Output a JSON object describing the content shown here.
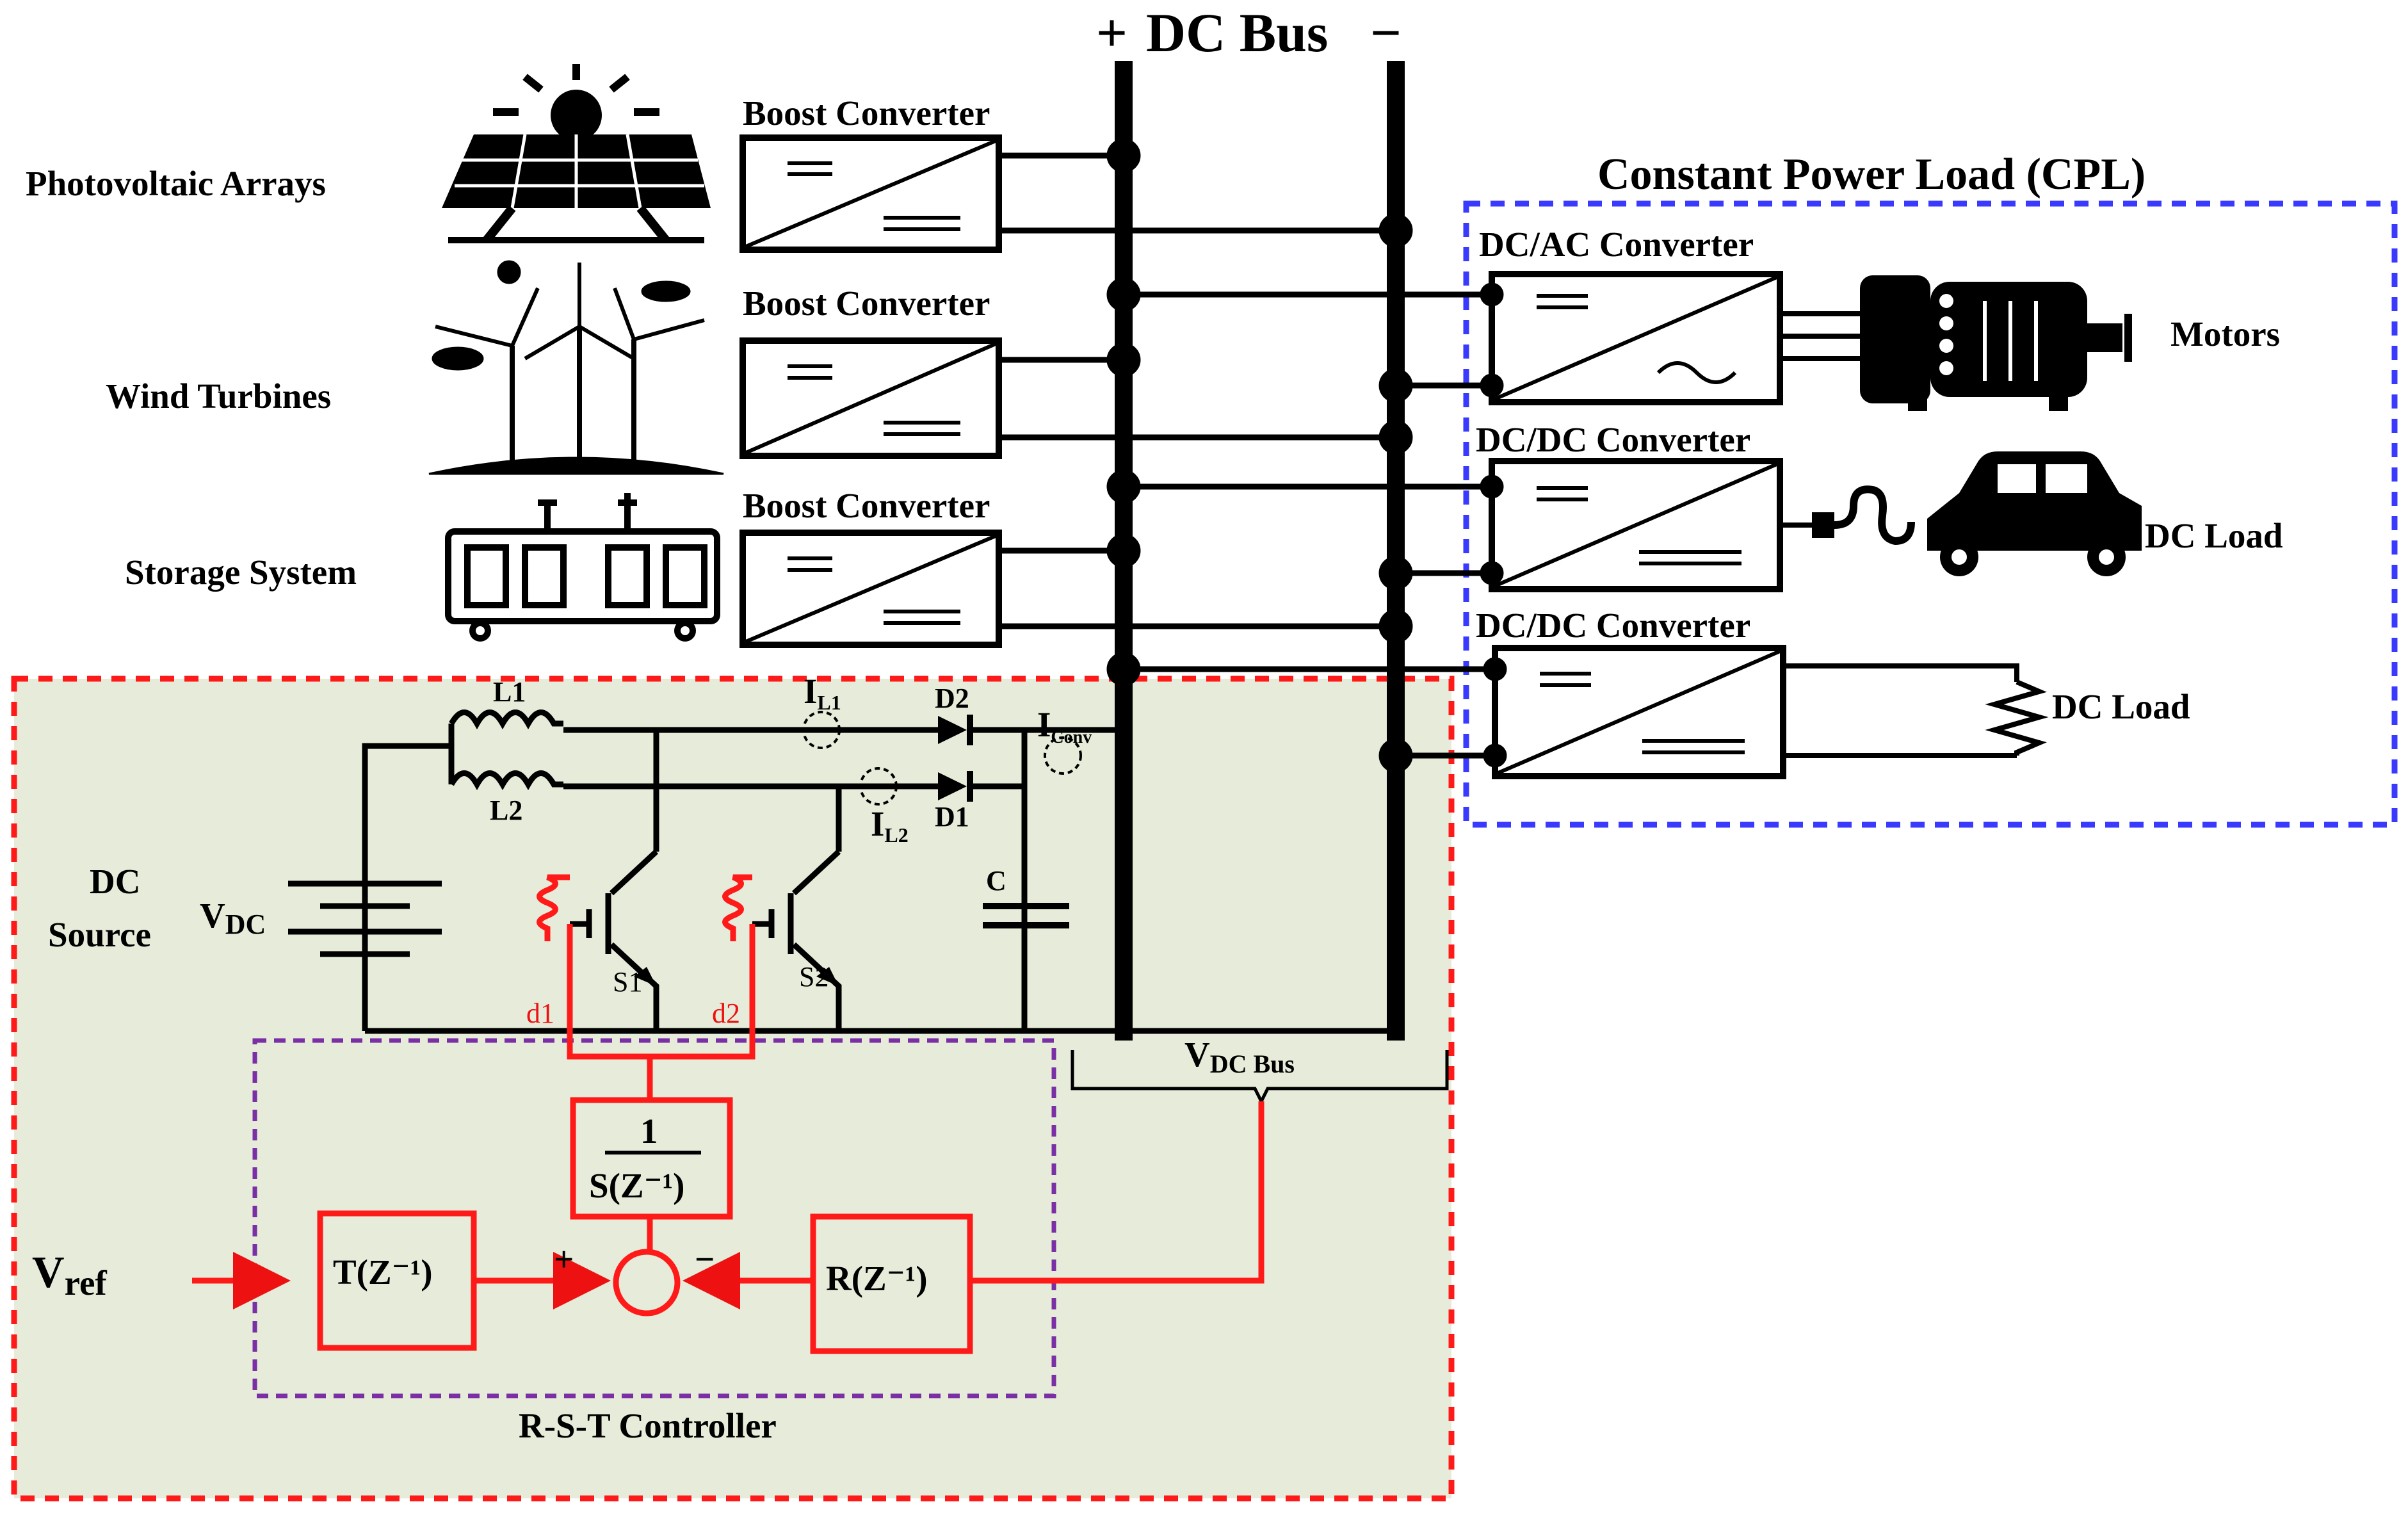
{
  "bus": {
    "plus": "+",
    "title": "DC Bus",
    "minus": "−"
  },
  "sources": [
    {
      "label": "Photovoltaic Arrays",
      "converter": "Boost Converter"
    },
    {
      "label": "Wind Turbines",
      "converter": "Boost Converter"
    },
    {
      "label": "Storage System",
      "converter": "Boost Converter"
    }
  ],
  "cpl": {
    "title": "Constant Power Load (CPL)",
    "loads": [
      {
        "converter": "DC/AC Converter",
        "load": "Motors"
      },
      {
        "converter": "DC/DC Converter",
        "load": "DC Load"
      },
      {
        "converter": "DC/DC Converter",
        "load": "DC Load"
      }
    ]
  },
  "circuit": {
    "source_line1": "DC",
    "source_line2": "Source",
    "vdc": "V",
    "vdc_sub": "DC",
    "l1": "L1",
    "l2": "L2",
    "d1": "D1",
    "d2": "D2",
    "il1": "I",
    "il1_sub": "L1",
    "il2": "I",
    "il2_sub": "L2",
    "iconv": "I",
    "iconv_sub": "Conv",
    "c": "C",
    "s1": "S1",
    "s2": "S2",
    "duty1": "d1",
    "duty2": "d2",
    "vbus": "V",
    "vbus_sub": "DC Bus"
  },
  "controller": {
    "title": "R-S-T Controller",
    "vref": "V",
    "vref_sub": "ref",
    "t_block": "T(Z⁻¹)",
    "r_block": "R(Z⁻¹)",
    "s_num": "1",
    "s_den": "S(Z⁻¹)",
    "plus": "+",
    "minus": "−"
  },
  "colors": {
    "control": "#ff1a1a",
    "cpl_box": "#3a3aff",
    "controller_box": "#7b2fa5",
    "panel_fill": "#e6ecd9"
  }
}
